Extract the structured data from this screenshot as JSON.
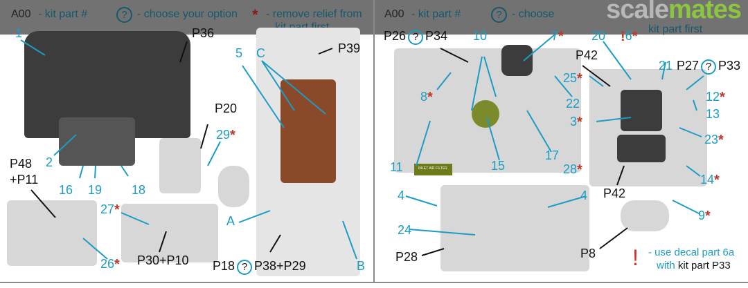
{
  "legend": {
    "part_code": "A00",
    "part_text": "- kit part #",
    "option_symbol": "?",
    "option_text": "- choose your option",
    "star_symbol": "*",
    "relief_text_1": "- remove relief from",
    "relief_text_2": "kit part first",
    "right_option_text": "- choose",
    "right_relief_text_2": "kit part first"
  },
  "watermark": {
    "part1": "scale",
    "part2": "mates"
  },
  "left_labels": {
    "n1": "1",
    "p36": "P36",
    "p39": "P39",
    "n5": "5",
    "c": "C",
    "p20": "P20",
    "n29": "29",
    "n2": "2",
    "p48": "P48",
    "p11": "+P11",
    "n16": "16",
    "n19": "19",
    "n18": "18",
    "n27": "27",
    "n26": "26",
    "p30p10": "P30+P10",
    "a": "A",
    "b": "B",
    "p18": "P18",
    "q": "?",
    "p38p29": "P38+P29"
  },
  "right_labels": {
    "p26": "P26",
    "q1": "?",
    "p34": "P34",
    "n10": "10",
    "n7": "7",
    "n20": "20",
    "excl": "!",
    "n6": "6",
    "p42a": "P42",
    "n21": "21",
    "p27": "P27",
    "q2": "?",
    "p33": "P33",
    "n25": "25",
    "n8": "8",
    "n22": "22",
    "n12": "12",
    "n13": "13",
    "n3": "3",
    "n23": "23",
    "n11": "11",
    "n15": "15",
    "n17": "17",
    "n28": "28",
    "n14": "14",
    "p42b": "P42",
    "n4a": "4",
    "n4b": "4",
    "n9": "9",
    "n24": "24",
    "p28": "P28",
    "p8": "P8",
    "note_mark": "!",
    "note_1": "- use decal part 6a",
    "note_2a": "with",
    "note_2b": "kit part P33",
    "placard": "INLET AIR FILTER"
  },
  "colors": {
    "accent": "#1b9cc4",
    "star": "#c0392b",
    "header": "#727272"
  }
}
